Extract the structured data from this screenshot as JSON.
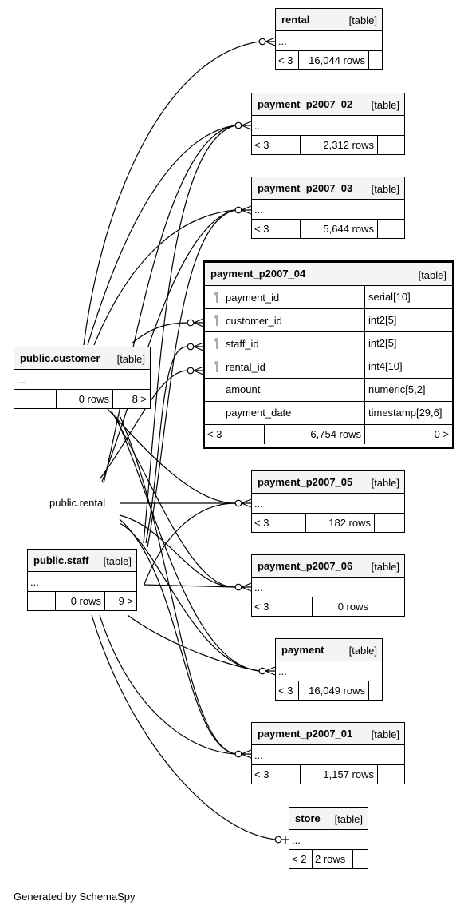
{
  "focus": {
    "name": "payment_p2007_04",
    "tag": "[table]",
    "columns": [
      {
        "name": "payment_id",
        "type": "serial[10]",
        "key": true
      },
      {
        "name": "customer_id",
        "type": "int2[5]",
        "key": true
      },
      {
        "name": "staff_id",
        "type": "int2[5]",
        "key": true
      },
      {
        "name": "rental_id",
        "type": "int4[10]",
        "key": true
      },
      {
        "name": "amount",
        "type": "numeric[5,2]",
        "key": false
      },
      {
        "name": "payment_date",
        "type": "timestamp[29,6]",
        "key": false
      }
    ],
    "parents": "< 3",
    "rows": "6,754 rows",
    "children": "0 >"
  },
  "tables": {
    "rental": {
      "name": "rental",
      "tag": "[table]",
      "dots": "...",
      "parents": "< 3",
      "rows": "16,044 rows"
    },
    "p02": {
      "name": "payment_p2007_02",
      "tag": "[table]",
      "dots": "...",
      "parents": "< 3",
      "rows": "2,312 rows"
    },
    "p03": {
      "name": "payment_p2007_03",
      "tag": "[table]",
      "dots": "...",
      "parents": "< 3",
      "rows": "5,644 rows"
    },
    "p05": {
      "name": "payment_p2007_05",
      "tag": "[table]",
      "dots": "...",
      "parents": "< 3",
      "rows": "182 rows"
    },
    "p06": {
      "name": "payment_p2007_06",
      "tag": "[table]",
      "dots": "...",
      "parents": "< 3",
      "rows": "0 rows"
    },
    "payment": {
      "name": "payment",
      "tag": "[table]",
      "dots": "...",
      "parents": "< 3",
      "rows": "16,049 rows"
    },
    "p01": {
      "name": "payment_p2007_01",
      "tag": "[table]",
      "dots": "...",
      "parents": "< 3",
      "rows": "1,157 rows"
    },
    "store": {
      "name": "store",
      "tag": "[table]",
      "dots": "...",
      "parents": "< 2",
      "rows": "2 rows"
    },
    "customer": {
      "name": "public.customer",
      "tag": "[table]",
      "dots": "...",
      "rows": "0 rows",
      "children": "8 >"
    },
    "staff": {
      "name": "public.staff",
      "tag": "[table]",
      "dots": "...",
      "rows": "0 rows",
      "children": "9 >"
    }
  },
  "public_rental_label": "public.rental",
  "footer": "Generated by SchemaSpy"
}
